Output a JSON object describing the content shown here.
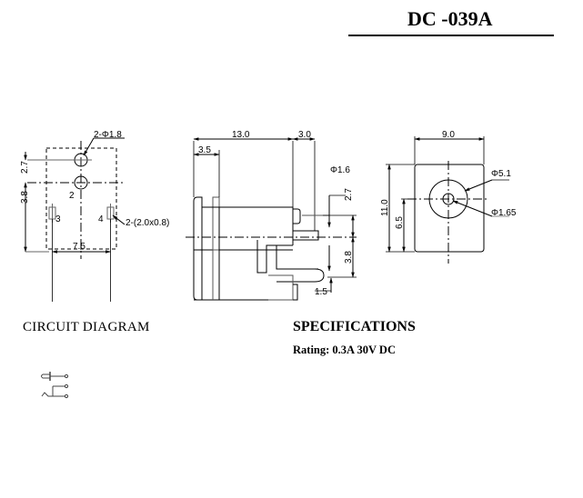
{
  "header": {
    "model": "DC -039A"
  },
  "views": {
    "bottom_view": {
      "hole_callout": "2-Φ1.8",
      "pad_callout": "2-(2.0x0.8)",
      "dim_hole_spacing": "2.7",
      "dim_pin_offset": "3.8",
      "dim_pin_spacing": "7.5",
      "pin_labels": [
        "2",
        "3",
        "4"
      ]
    },
    "side_view": {
      "dim_body_length": "13.0",
      "dim_pin_protrusion": "3.0",
      "dim_flange": "3.5",
      "dim_pin_dia": "Φ1.6",
      "dim_upper_offset": "2.7",
      "dim_lower_offset": "3.8",
      "dim_pin_width": "1.5"
    },
    "front_view": {
      "dim_width": "9.0",
      "dim_height": "11.0",
      "dim_center_height": "6.5",
      "dim_outer_dia": "Φ5.1",
      "dim_inner_dia": "Φ1.65"
    }
  },
  "circuit": {
    "heading": "CIRCUIT DIAGRAM"
  },
  "specifications": {
    "heading": "SPECIFICATIONS",
    "rating": "Rating: 0.3A 30V DC"
  }
}
